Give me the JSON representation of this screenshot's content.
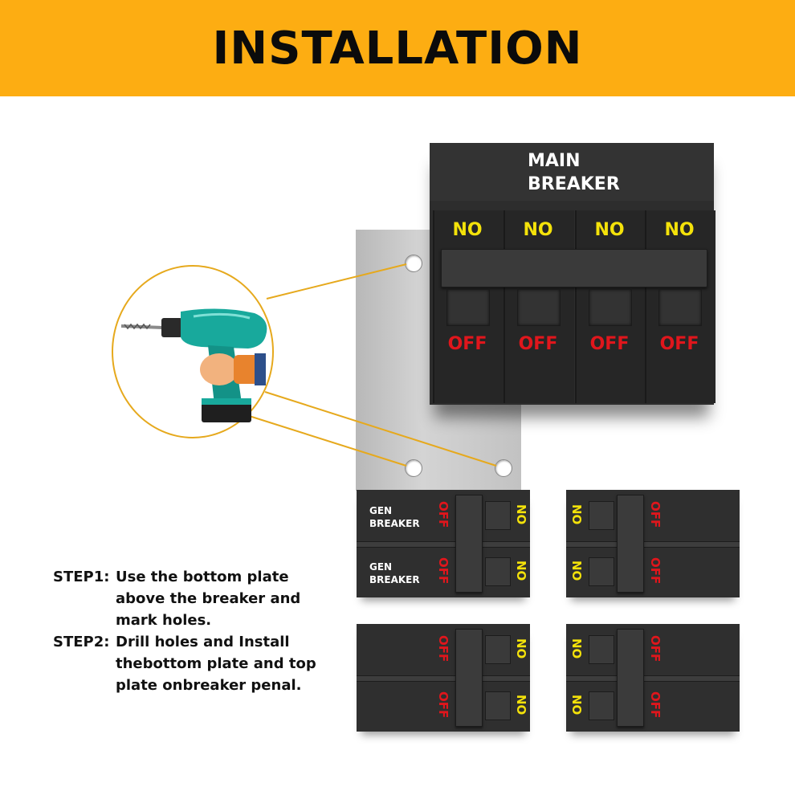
{
  "header": {
    "title": "INSTALLATION"
  },
  "main_breaker": {
    "title_line1": "MAIN",
    "title_line2": "BREAKER",
    "on_label": "NO",
    "off_label": "OFF"
  },
  "gen_breaker": {
    "line1": "GEN",
    "line2": "BREAKER"
  },
  "small_breakers": {
    "on_label": "NO",
    "off_label": "OFF"
  },
  "steps": [
    {
      "tag": "STEP1:",
      "text": "Use the bottom plate above the breaker and mark holes."
    },
    {
      "tag": "STEP2:",
      "text": "Drill holes and Install thebottom plate and top plate onbreaker penal."
    }
  ],
  "colors": {
    "banner": "#fdad12",
    "on_text": "#f4e20a",
    "off_text": "#e0161c",
    "circle": "#e6a91d"
  }
}
